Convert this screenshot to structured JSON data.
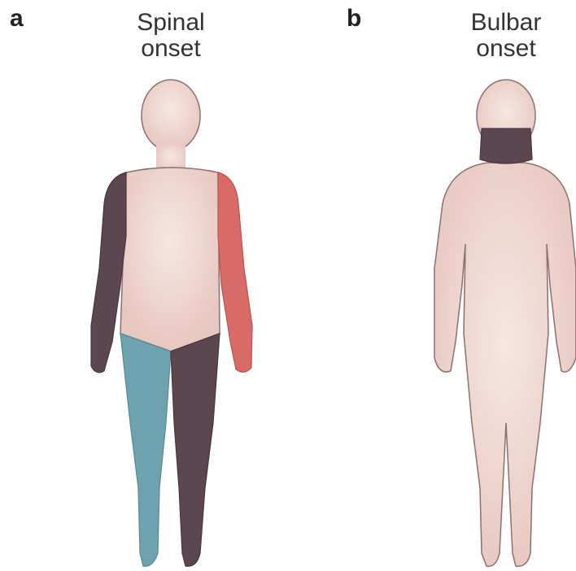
{
  "panels": [
    {
      "letter": "a",
      "title_line1": "Spinal",
      "title_line2": "onset",
      "affected_regions": [
        "right-arm",
        "left-arm",
        "right-leg",
        "left-leg"
      ]
    },
    {
      "letter": "b",
      "title_line1": "Bulbar",
      "title_line2": "onset",
      "affected_regions": [
        "neck"
      ]
    }
  ],
  "colors": {
    "skin": "#efd2cb",
    "skin_shade": "#dcb5ad",
    "outline": "#8e6f70",
    "dark_plum": "#5c4650",
    "salmon_red": "#d86b68",
    "teal": "#6ea2b0"
  }
}
